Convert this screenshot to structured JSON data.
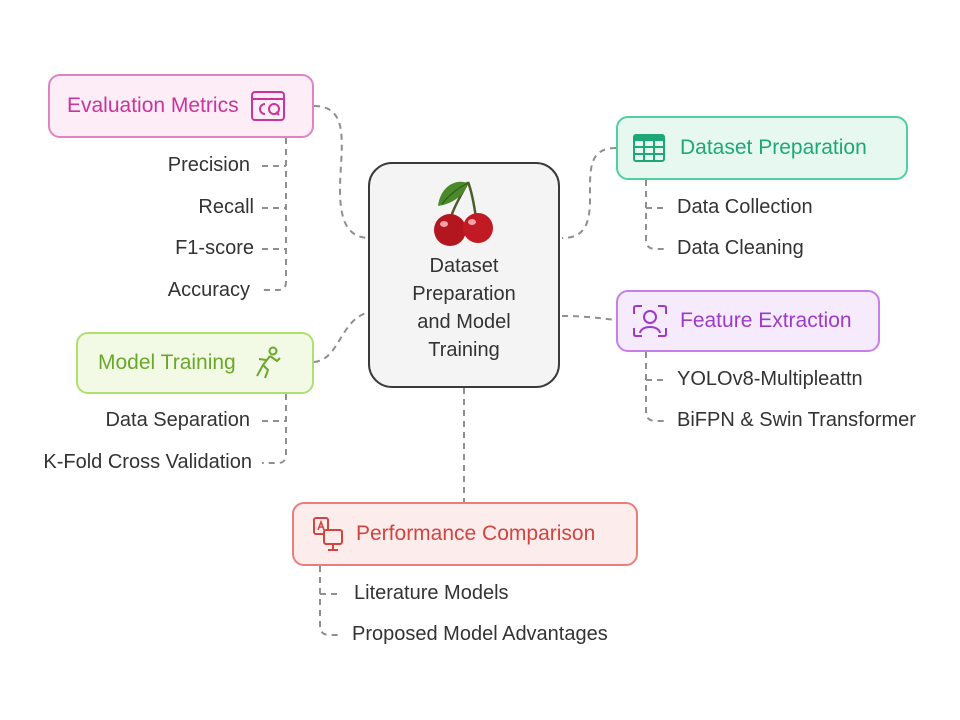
{
  "center": {
    "title": "Dataset\nPreparation\nand Model\nTraining",
    "icon": "cherry-icon"
  },
  "topics": {
    "evaluation": {
      "label": "Evaluation Metrics",
      "icon": "metrics-cq-icon",
      "color": "#c9359a",
      "items": [
        "Precision",
        "Recall",
        "F1-score",
        "Accuracy"
      ]
    },
    "dataset": {
      "label": "Dataset Preparation",
      "icon": "table-grid-icon",
      "color": "#1ea879",
      "items": [
        "Data Collection",
        "Data Cleaning"
      ]
    },
    "feature": {
      "label": "Feature Extraction",
      "icon": "face-scan-icon",
      "color": "#9d3bc7",
      "items": [
        "YOLOv8-Multipleattn",
        "BiFPN & Swin Transformer"
      ]
    },
    "training": {
      "label": "Model Training",
      "icon": "running-person-icon",
      "color": "#6aa82a",
      "items": [
        "Data Separation",
        "K-Fold Cross Validation"
      ]
    },
    "performance": {
      "label": "Performance Comparison",
      "icon": "compare-devices-icon",
      "color": "#d1443f",
      "items": [
        "Literature Models",
        "Proposed Model Advantages"
      ]
    }
  }
}
